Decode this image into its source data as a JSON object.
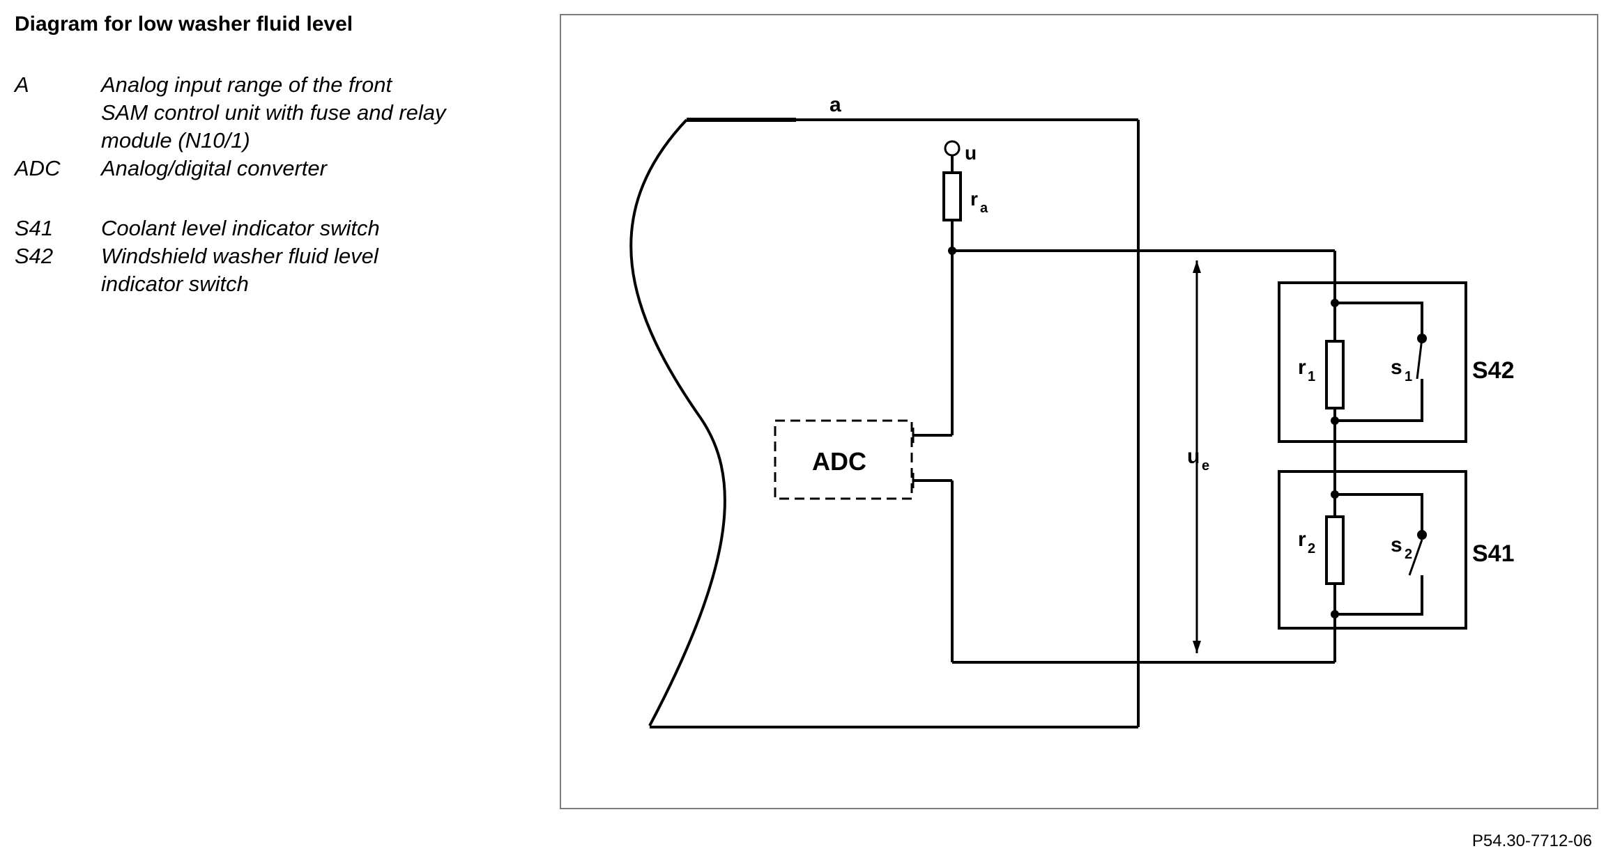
{
  "title": "Diagram for low washer fluid level",
  "legend": [
    {
      "code": "A",
      "desc": "Analog input range of the front\nSAM control unit with fuse and relay\nmodule (N10/1)"
    },
    {
      "code": "ADC",
      "desc": "Analog/digital converter"
    },
    {
      "code": "S41",
      "desc": "Coolant level indicator switch"
    },
    {
      "code": "S42",
      "desc": "Windshield washer fluid level\nindicator switch"
    }
  ],
  "diagram": {
    "label_a": "a",
    "label_u": "u",
    "label_r_sub": "a",
    "label_ue_sub": "e",
    "adc": "ADC",
    "r1_sub": "1",
    "s1_sub": "1",
    "r2_sub": "2",
    "s2_sub": "2",
    "s42": "S42",
    "s41": "S41"
  },
  "reference": "P54.30-7712-06"
}
